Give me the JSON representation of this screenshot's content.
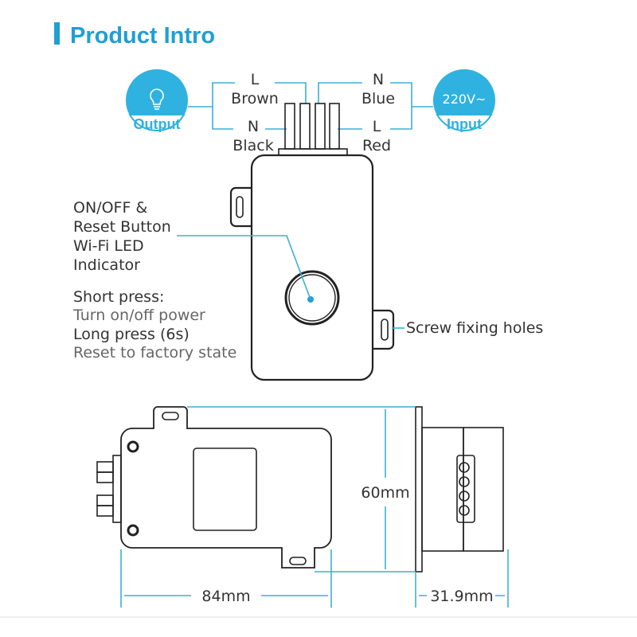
{
  "title": "Product Intro",
  "colors": {
    "accent": "#1e9fd6",
    "circle": "#2fb2e0",
    "dim_line": "#3bb0d6"
  },
  "output_badge": {
    "icon": "lightbulb-icon",
    "label": "Output"
  },
  "input_badge": {
    "voltage": "220V~",
    "label": "Input"
  },
  "wires": {
    "out_l": {
      "pole": "L",
      "color": "Brown"
    },
    "out_n": {
      "pole": "N",
      "color": "Black"
    },
    "in_n": {
      "pole": "N",
      "color": "Blue"
    },
    "in_l": {
      "pole": "L",
      "color": "Red"
    }
  },
  "button_label": [
    "ON/OFF &",
    "Reset Button",
    "Wi-Fi LED",
    "Indicator"
  ],
  "press_info": {
    "short_title": "Short press:",
    "short_desc": "Turn on/off power",
    "long_title": "Long press (6s)",
    "long_desc": "Reset to factory state"
  },
  "screw_label": "Screw fixing holes",
  "dimensions": {
    "height": "60mm",
    "width": "84mm",
    "depth": "31.9mm"
  }
}
